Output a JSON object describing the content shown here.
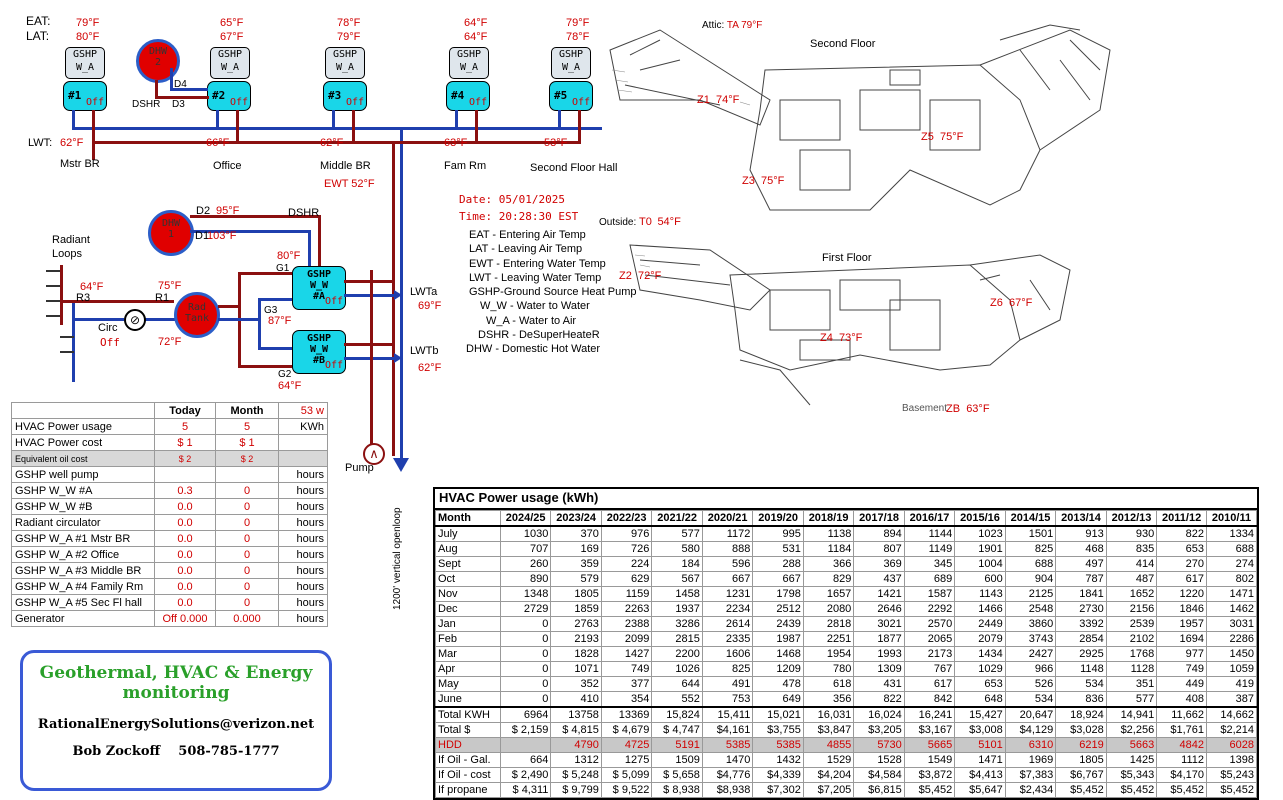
{
  "legend_side": {
    "eat": "EAT:",
    "lat": "LAT:",
    "lwt": "LWT:"
  },
  "zones": [
    {
      "eat": "79°F",
      "lat": "80°F",
      "lwt": "62°F",
      "name": "Mstr BR",
      "unit": "#1",
      "status": "Off"
    },
    {
      "eat": "65°F",
      "lat": "67°F",
      "lwt": "66°F",
      "name": "Office",
      "unit": "#2",
      "status": "Off"
    },
    {
      "eat": "78°F",
      "lat": "79°F",
      "lwt": "62°F",
      "name": "Middle BR",
      "unit": "#3",
      "status": "Off"
    },
    {
      "eat": "64°F",
      "lat": "64°F",
      "lwt": "63°F",
      "name": "Fam Rm",
      "unit": "#4",
      "status": "Off"
    },
    {
      "eat": "79°F",
      "lat": "78°F",
      "lwt": "53°F",
      "name": "Second Floor Hall",
      "unit": "#5",
      "status": "Off"
    }
  ],
  "gshp_box_label": [
    "GSHP",
    "W_A"
  ],
  "dhw2": {
    "label": "DHW",
    "num": "2",
    "d4": "D4",
    "d3": "D3",
    "dshr": "DSHR"
  },
  "ewt": "EWT 52°F",
  "date": "Date: 05/01/2025",
  "time": "Time: 20:28:30 EST",
  "outside": {
    "label": "Outside:",
    "code": "T0",
    "temp": "54°F"
  },
  "attic": {
    "label": "Attic:",
    "code": "TA",
    "temp": "79°F"
  },
  "floor_labels": {
    "second": "Second Floor",
    "first": "First Floor",
    "basement": "Basement"
  },
  "floor_zones": [
    {
      "code": "Z1",
      "temp": "74°F"
    },
    {
      "code": "Z5",
      "temp": "75°F"
    },
    {
      "code": "Z3",
      "temp": "75°F"
    },
    {
      "code": "Z2",
      "temp": "72°F"
    },
    {
      "code": "Z6",
      "temp": "67°F"
    },
    {
      "code": "Z4",
      "temp": "73°F"
    },
    {
      "code": "ZB",
      "temp": "63°F"
    }
  ],
  "legend": [
    "EAT - Entering Air Temp",
    "LAT - Leaving Air Temp",
    "EWT - Entering Water Temp",
    "LWT - Leaving Water Temp",
    "GSHP-Ground Source Heat Pump",
    "W_W - Water to Water",
    "W_A - Water to Air",
    "DSHR - DeSuperHeateR",
    "DHW - Domestic Hot Water"
  ],
  "lower": {
    "dhw1": {
      "label": "DHW",
      "num": "1"
    },
    "d2": "D2",
    "d2_temp": "95°F",
    "d1": "D1",
    "d1_temp": "103°F",
    "dshr": "DSHR",
    "radiant": "Radiant",
    "loops": "Loops",
    "r3_temp": "64°F",
    "r3": "R3",
    "r1_temp": "75°F",
    "r1": "R1",
    "r2_temp": "72°F",
    "circ": "Circ",
    "circ_status": "Off",
    "rad_tank": [
      "Rad",
      "Tank"
    ],
    "g1": "G1",
    "g1_temp": "80°F",
    "g3": "G3",
    "g3_temp": "87°F",
    "g2": "G2",
    "g2_temp": "64°F",
    "unit_a": {
      "lines": [
        "GSHP",
        "W_W",
        "#A"
      ],
      "status": "Off"
    },
    "unit_b": {
      "lines": [
        "GSHP",
        "W_W",
        "#B"
      ],
      "status": "Off"
    },
    "lwta": "LWTa",
    "lwta_temp": "69°F",
    "lwtb": "LWTb",
    "lwtb_temp": "62°F",
    "pump": "Pump",
    "openloop": "1200' vertical openloop"
  },
  "usage_table": {
    "headers": [
      "",
      "Today",
      "Month",
      "53 w"
    ],
    "rows": [
      [
        "HVAC Power usage",
        "5",
        "5",
        "KWh"
      ],
      [
        "HVAC Power cost",
        "$ 1",
        "$ 1",
        ""
      ],
      [
        "Equivalent oil cost",
        "$ 2",
        "$ 2",
        ""
      ],
      [
        "GSHP well pump",
        "",
        "",
        "hours"
      ],
      [
        "GSHP W_W #A",
        "0.3",
        "0",
        "hours"
      ],
      [
        "GSHP W_W #B",
        "0.0",
        "0",
        "hours"
      ],
      [
        "Radiant circulator",
        "0.0",
        "0",
        "hours"
      ],
      [
        "GSHP W_A #1 Mstr BR",
        "0.0",
        "0",
        "hours"
      ],
      [
        "GSHP W_A #2 Office",
        "0.0",
        "0",
        "hours"
      ],
      [
        "GSHP W_A #3 Middle BR",
        "0.0",
        "0",
        "hours"
      ],
      [
        "GSHP W_A #4 Family Rm",
        "0.0",
        "0",
        "hours"
      ],
      [
        "GSHP W_A #5 Sec Fl hall",
        "0.0",
        "0",
        "hours"
      ],
      [
        "Generator",
        "Off 0.000",
        "0.000",
        "hours"
      ]
    ]
  },
  "logo": {
    "line1": "Geothermal, HVAC & Energy",
    "line2": "monitoring",
    "email": "RationalEnergySolutions@verizon.net",
    "name": "Bob Zockoff",
    "phone": "508-785-1777"
  },
  "big_table": {
    "title": "HVAC Power usage (kWh)",
    "headers": [
      "Month",
      "2024/25",
      "2023/24",
      "2022/23",
      "2021/22",
      "2020/21",
      "2019/20",
      "2018/19",
      "2017/18",
      "2016/17",
      "2015/16",
      "2014/15",
      "2013/14",
      "2012/13",
      "2011/12",
      "2010/11"
    ],
    "rows": [
      [
        "July",
        "1030",
        "370",
        "976",
        "577",
        "1172",
        "995",
        "1138",
        "894",
        "1144",
        "1023",
        "1501",
        "913",
        "930",
        "822",
        "1334"
      ],
      [
        "Aug",
        "707",
        "169",
        "726",
        "580",
        "888",
        "531",
        "1184",
        "807",
        "1149",
        "1901",
        "825",
        "468",
        "835",
        "653",
        "688"
      ],
      [
        "Sept",
        "260",
        "359",
        "224",
        "184",
        "596",
        "288",
        "366",
        "369",
        "345",
        "1004",
        "688",
        "497",
        "414",
        "270",
        "274"
      ],
      [
        "Oct",
        "890",
        "579",
        "629",
        "567",
        "667",
        "667",
        "829",
        "437",
        "689",
        "600",
        "904",
        "787",
        "487",
        "617",
        "802"
      ],
      [
        "Nov",
        "1348",
        "1805",
        "1159",
        "1458",
        "1231",
        "1798",
        "1657",
        "1421",
        "1587",
        "1143",
        "2125",
        "1841",
        "1652",
        "1220",
        "1471"
      ],
      [
        "Dec",
        "2729",
        "1859",
        "2263",
        "1937",
        "2234",
        "2512",
        "2080",
        "2646",
        "2292",
        "1466",
        "2548",
        "2730",
        "2156",
        "1846",
        "1462"
      ],
      [
        "Jan",
        "0",
        "2763",
        "2388",
        "3286",
        "2614",
        "2439",
        "2818",
        "3021",
        "2570",
        "2449",
        "3860",
        "3392",
        "2539",
        "1957",
        "3031"
      ],
      [
        "Feb",
        "0",
        "2193",
        "2099",
        "2815",
        "2335",
        "1987",
        "2251",
        "1877",
        "2065",
        "2079",
        "3743",
        "2854",
        "2102",
        "1694",
        "2286"
      ],
      [
        "Mar",
        "0",
        "1828",
        "1427",
        "2200",
        "1606",
        "1468",
        "1954",
        "1993",
        "2173",
        "1434",
        "2427",
        "2925",
        "1768",
        "977",
        "1450"
      ],
      [
        "Apr",
        "0",
        "1071",
        "749",
        "1026",
        "825",
        "1209",
        "780",
        "1309",
        "767",
        "1029",
        "966",
        "1148",
        "1128",
        "749",
        "1059"
      ],
      [
        "May",
        "0",
        "352",
        "377",
        "644",
        "491",
        "478",
        "618",
        "431",
        "617",
        "653",
        "526",
        "534",
        "351",
        "449",
        "419"
      ],
      [
        "June",
        "0",
        "410",
        "354",
        "552",
        "753",
        "649",
        "356",
        "822",
        "842",
        "648",
        "534",
        "836",
        "577",
        "408",
        "387"
      ]
    ],
    "totals": [
      [
        "Total KWH",
        "6964",
        "13758",
        "13369",
        "15,824",
        "15,411",
        "15,021",
        "16,031",
        "16,024",
        "16,241",
        "15,427",
        "20,647",
        "18,924",
        "14,941",
        "11,662",
        "14,662"
      ],
      [
        "Total $",
        "$ 2,159",
        "$ 4,815",
        "$ 4,679",
        "$ 4,747",
        "$4,161",
        "$3,755",
        "$3,847",
        "$3,205",
        "$3,167",
        "$3,008",
        "$4,129",
        "$3,028",
        "$2,256",
        "$1,761",
        "$2,214"
      ],
      [
        "HDD",
        "",
        "4790",
        "4725",
        "5191",
        "5385",
        "5385",
        "4855",
        "5730",
        "5665",
        "5101",
        "6310",
        "6219",
        "5663",
        "4842",
        "6028"
      ],
      [
        "If Oil - Gal.",
        "664",
        "1312",
        "1275",
        "1509",
        "1470",
        "1432",
        "1529",
        "1528",
        "1549",
        "1471",
        "1969",
        "1805",
        "1425",
        "1112",
        "1398"
      ],
      [
        "If Oil - cost",
        "$ 2,490",
        "$ 5,248",
        "$ 5,099",
        "$ 5,658",
        "$4,776",
        "$4,339",
        "$4,204",
        "$4,584",
        "$3,872",
        "$4,413",
        "$7,383",
        "$6,767",
        "$5,343",
        "$4,170",
        "$5,243"
      ],
      [
        "If propane",
        "$ 4,311",
        "$ 9,799",
        "$ 9,522",
        "$ 8,938",
        "$8,938",
        "$7,302",
        "$7,205",
        "$6,815",
        "$5,452",
        "$5,647",
        "$2,434",
        "$5,452",
        "$5,452",
        "$5,452",
        "$5,452"
      ]
    ]
  }
}
